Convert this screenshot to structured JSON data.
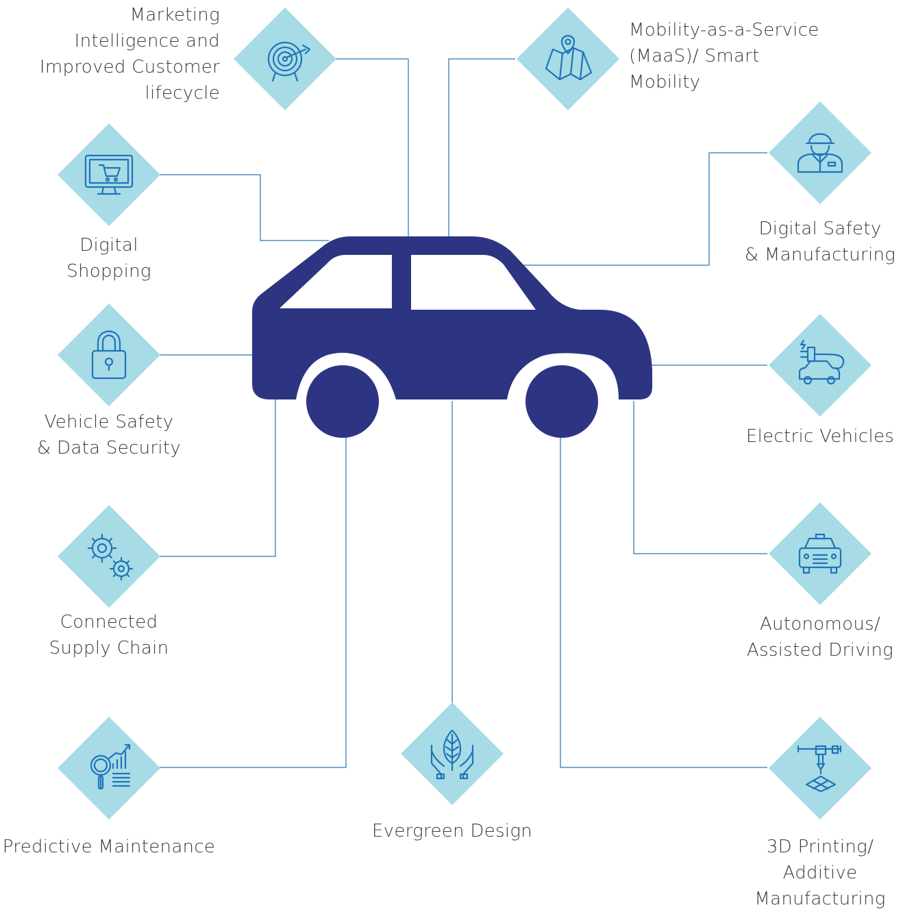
{
  "colors": {
    "diamond": "#a7dbe6",
    "connector": "#4a8ec9",
    "icon": "#1f73b7",
    "car": "#2d3481",
    "text": "#3a3a3a"
  },
  "nodes": [
    {
      "id": "marketing",
      "icon": "target-icon",
      "lines": [
        "Marketing",
        "Intelligence and",
        "Improved Customer",
        "lifecycle"
      ]
    },
    {
      "id": "maas",
      "icon": "map-pin-icon",
      "lines": [
        "Mobility-as-a-Service",
        "(MaaS)/ Smart",
        "Mobility"
      ]
    },
    {
      "id": "digital-shopping",
      "icon": "shopping-cart-monitor-icon",
      "lines": [
        "Digital",
        "Shopping"
      ]
    },
    {
      "id": "digital-safety",
      "icon": "worker-helmet-icon",
      "lines": [
        "Digital Safety",
        "& Manufacturing"
      ]
    },
    {
      "id": "vehicle-safety",
      "icon": "padlock-icon",
      "lines": [
        "Vehicle Safety",
        "& Data Security"
      ]
    },
    {
      "id": "electric-vehicles",
      "icon": "electric-car-plug-icon",
      "lines": [
        "Electric Vehicles"
      ]
    },
    {
      "id": "supply-chain",
      "icon": "gears-icon",
      "lines": [
        "Connected",
        "Supply Chain"
      ]
    },
    {
      "id": "autonomous",
      "icon": "taxi-car-icon",
      "lines": [
        "Autonomous/",
        "Assisted Driving"
      ]
    },
    {
      "id": "predictive",
      "icon": "analytics-magnifier-icon",
      "lines": [
        "Predictive Maintenance"
      ]
    },
    {
      "id": "evergreen",
      "icon": "leaf-hands-icon",
      "lines": [
        "Evergreen Design"
      ]
    },
    {
      "id": "printing",
      "icon": "3d-printer-icon",
      "lines": [
        "3D Printing/",
        "Additive",
        "Manufacturing"
      ]
    }
  ],
  "center": {
    "icon": "car-icon"
  }
}
